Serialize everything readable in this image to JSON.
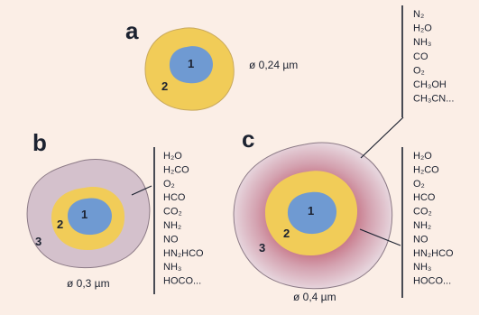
{
  "panels": [
    {
      "id": "a",
      "letter": "a",
      "core_label": "1",
      "mantle_label": "2",
      "diameter": "ø 0,24 µm"
    },
    {
      "id": "b",
      "letter": "b",
      "core_label": "1",
      "mantle_label": "2",
      "outer_label": "3",
      "diameter": "ø 0,3 µm",
      "molecules": [
        "H₂O",
        "H₂CO",
        "O₂",
        "HCO",
        "CO₂",
        "NH₂",
        "NO",
        "HN₂HCO",
        "NH₃",
        "HOCO..."
      ]
    },
    {
      "id": "c",
      "letter": "c",
      "core_label": "1",
      "mantle_label": "2",
      "outer_label": "3",
      "diameter": "ø 0,4 µm",
      "top_molecules": [
        "N₂",
        "H₂O",
        "NH₃",
        "CO",
        "O₂",
        "CH₃OH",
        "CH₃CN..."
      ],
      "molecules": [
        "H₂O",
        "H₂CO",
        "O₂",
        "HCO",
        "CO₂",
        "NH₂",
        "NO",
        "HN₂HCO",
        "NH₃",
        "HOCO..."
      ]
    }
  ],
  "colors": {
    "background": "#fbeee6",
    "core": "#6f9ad2",
    "mantle": "#f1cc58",
    "organic_layer": "#d4c1cc",
    "red_layer": "#c47b8a",
    "ink": "#1c2230"
  }
}
